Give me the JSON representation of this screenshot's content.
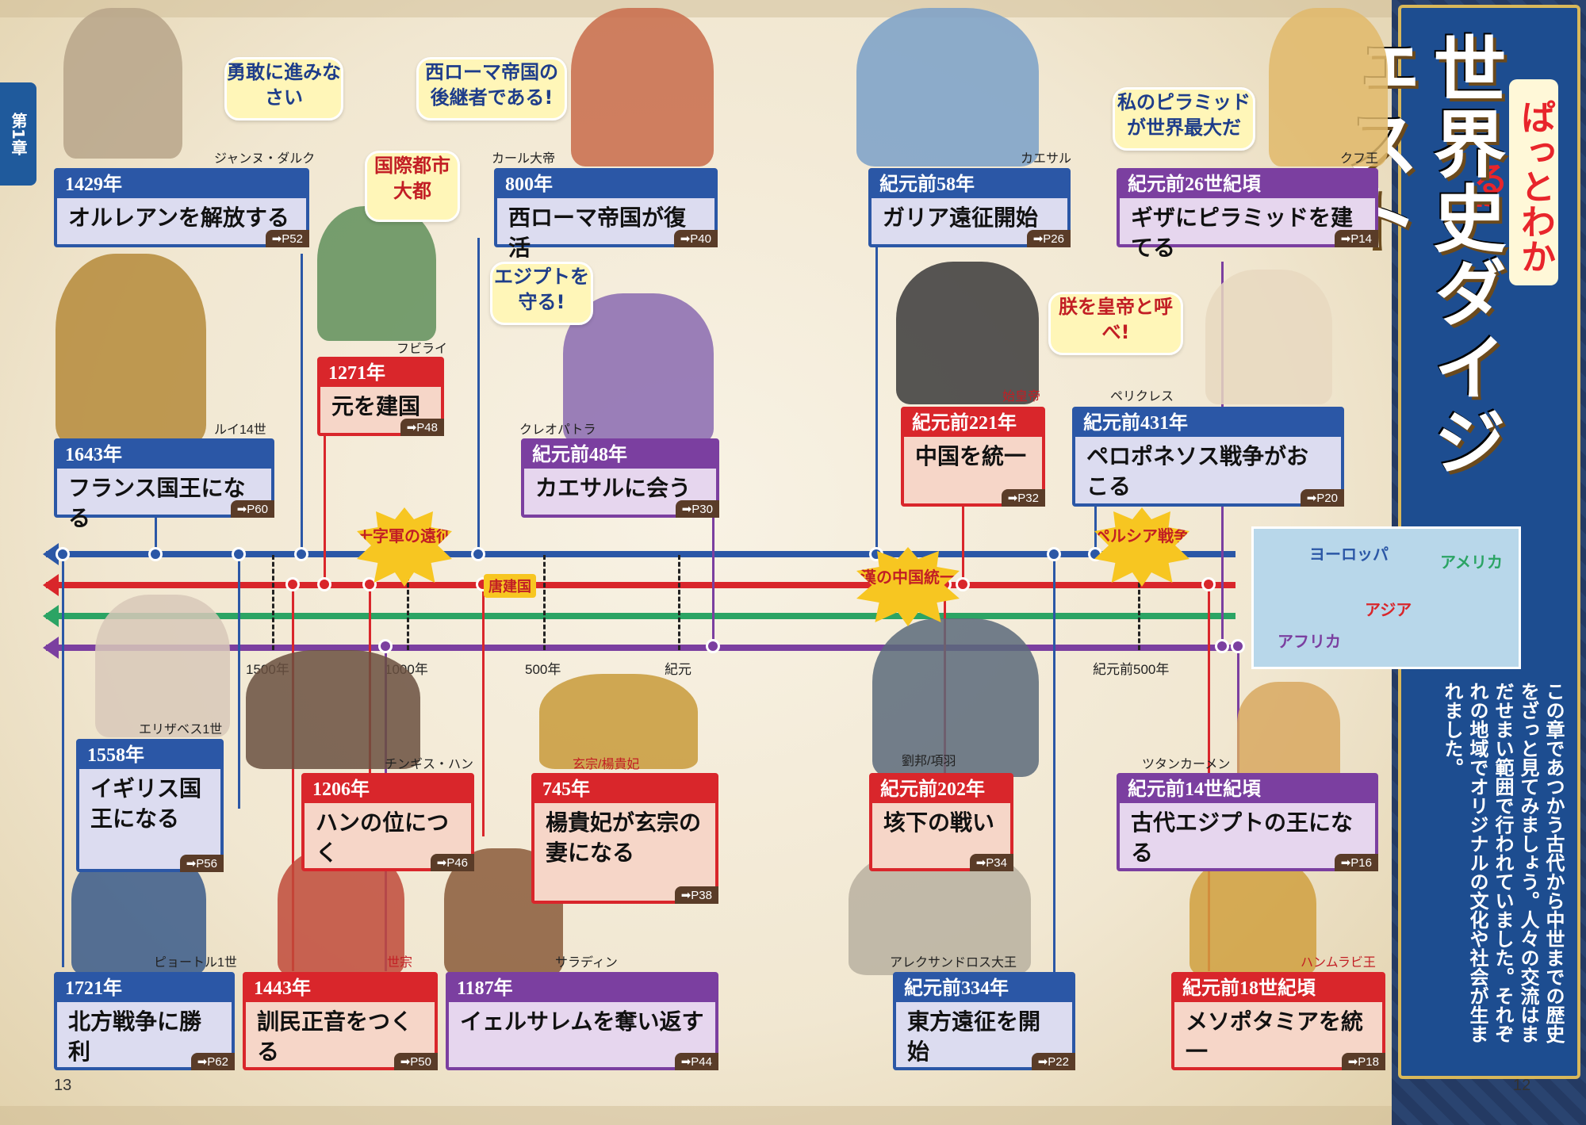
{
  "chapter_tab": {
    "text": "第1章"
  },
  "banner": {
    "sub": "ぱっとわかる!",
    "title": "世界史ダイジェスト",
    "description": "この章であつかう古代から中世までの歴史をざっと見てみましょう。人々の交流はまだせまい範囲で行われていました。それぞれの地域でオリジナルの文化や社会が生まれました。"
  },
  "map": {
    "labels": [
      "ヨーロッパ",
      "アメリカ",
      "アジア",
      "アフリカ"
    ]
  },
  "ticks": [
    "1500年",
    "1000年",
    "500年",
    "紀元",
    "紀元前500年"
  ],
  "bubbles": [
    "勇敢に進みなさい",
    "西ローマ帝国の後継者である!",
    "国際都市大都",
    "エジプトを守る!",
    "朕を皇帝と呼べ!",
    "私のピラミッドが世界最大だ"
  ],
  "bursts": [
    "十字軍の遠征",
    "唐建国",
    "漢の中国統一",
    "ペルシア戦争"
  ],
  "people": [
    "ジャンヌ・ダルク",
    "カール大帝",
    "フビライ",
    "クレオパトラ",
    "ルイ14世",
    "カエサル",
    "始皇帝",
    "クフ王",
    "ペリクレス",
    "エリザベス1世",
    "チンギス・ハン",
    "玄宗/楊貴妃",
    "劉邦/項羽",
    "ツタンカーメン",
    "ピョートル1世",
    "世宗",
    "サラディン",
    "アレクサンドロス大王",
    "ハンムラビ王"
  ],
  "cards": [
    {
      "year": "1429年",
      "text": "オルレアンを解放する",
      "page": "➡P52"
    },
    {
      "year": "800年",
      "text": "西ローマ帝国が復活",
      "page": "➡P40"
    },
    {
      "year": "紀元前58年",
      "text": "ガリア遠征開始",
      "page": "➡P26"
    },
    {
      "year": "紀元前26世紀頃",
      "text": "ギザにピラミッドを建てる",
      "page": "➡P14"
    },
    {
      "year": "1271年",
      "text": "元を建国",
      "page": "➡P48"
    },
    {
      "year": "1643年",
      "text": "フランス国王になる",
      "page": "➡P60"
    },
    {
      "year": "紀元前48年",
      "text": "カエサルに会う",
      "page": "➡P30"
    },
    {
      "year": "紀元前221年",
      "text": "中国を統一",
      "page": "➡P32"
    },
    {
      "year": "紀元前431年",
      "text": "ペロポネソス戦争がおこる",
      "page": "➡P20"
    },
    {
      "year": "1558年",
      "text": "イギリス国王になる",
      "page": "➡P56"
    },
    {
      "year": "1206年",
      "text": "ハンの位につく",
      "page": "➡P46"
    },
    {
      "year": "745年",
      "text": "楊貴妃が玄宗の妻になる",
      "page": "➡P38"
    },
    {
      "year": "紀元前202年",
      "text": "垓下の戦い",
      "page": "➡P34"
    },
    {
      "year": "紀元前14世紀頃",
      "text": "古代エジプトの王になる",
      "page": "➡P16"
    },
    {
      "year": "1721年",
      "text": "北方戦争に勝利",
      "page": "➡P62"
    },
    {
      "year": "1443年",
      "text": "訓民正音をつくる",
      "page": "➡P50"
    },
    {
      "year": "1187年",
      "text": "イェルサレムを奪い返す",
      "page": "➡P44"
    },
    {
      "year": "紀元前334年",
      "text": "東方遠征を開始",
      "page": "➡P22"
    },
    {
      "year": "紀元前18世紀頃",
      "text": "メソポタミアを統一",
      "page": "➡P18"
    }
  ],
  "page_numbers": {
    "left": "13",
    "right": "12"
  },
  "colors": {
    "europe": "#2b57a6",
    "asia": "#d9262b",
    "america": "#2ba464",
    "africa": "#7b3fa0",
    "banner": "#1d4d90"
  }
}
